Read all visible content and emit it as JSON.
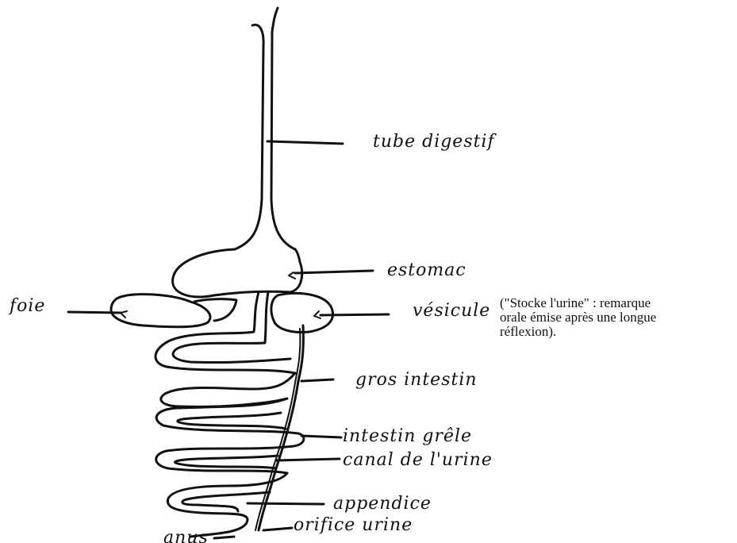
{
  "labels": {
    "tube_digestif": "tube digestif",
    "estomac": "estomac",
    "foie": "foie",
    "vesicule": "vésicule",
    "gros_intestin": "gros intestin",
    "intestin_grele": "intestin grêle",
    "canal_urine": "canal de l'urine",
    "appendice": "appendice",
    "orifice_urine": "orifice urine",
    "anus": "anus"
  },
  "note": {
    "line1": "(\"Stocke l'urine\" : remarque",
    "line2": "orale émise après une longue",
    "line3": "réflexion)."
  }
}
